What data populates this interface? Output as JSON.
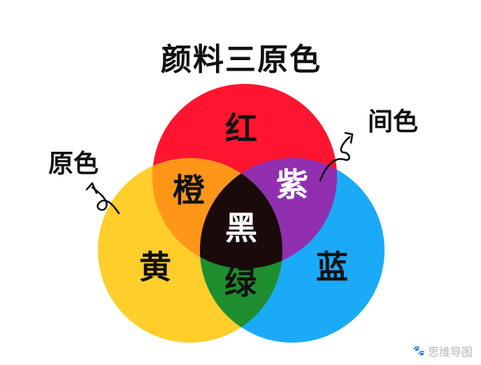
{
  "title": "颜料三原色",
  "colors": {
    "red": "#FF1530",
    "yellow": "#FFCE2B",
    "blue": "#1BAAF8",
    "orange": "#FF9617",
    "purple": "#912FB0",
    "green": "#1E8E2E",
    "black": "#1A0A0A"
  },
  "circles": {
    "red": "红",
    "yellow": "黄",
    "blue": "蓝"
  },
  "overlaps": {
    "orange": "橙",
    "purple": "紫",
    "green": "绿",
    "center": "黑"
  },
  "annotations": {
    "primary": "原色",
    "secondary": "间色"
  },
  "watermark": {
    "icon": "paw-icon",
    "text": "思维导图"
  }
}
